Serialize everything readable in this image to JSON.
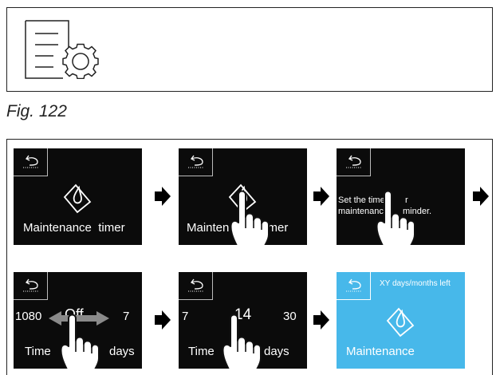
{
  "figure": {
    "caption": "Fig. 122"
  },
  "steps": [
    {
      "label": "Maintenance  timer"
    },
    {
      "label": "Mainten",
      "label_tail": "timer"
    },
    {
      "prompt_line1": "Set the time",
      "prompt_line1_tail": "r",
      "prompt_line2": "maintenanc",
      "prompt_line2_tail": "minder."
    },
    {
      "value_left": "1080",
      "value_center": "Off",
      "value_right": "7",
      "label_left": "Time",
      "label_right": "days"
    },
    {
      "value_left": "7",
      "value_center": "14",
      "value_right": "30",
      "label_left": "Time",
      "label_right": "days"
    },
    {
      "status": "XY days/months left",
      "label": "Maintenance"
    }
  ],
  "icons": {
    "settings": "list-gear-icon",
    "back": "back-arrow-icon",
    "maintenance": "water-drop-filter-icon",
    "hand": "pointing-hand-icon",
    "next": "arrow-right-icon",
    "scroll": "double-arrow-icon"
  },
  "colors": {
    "screen_dark": "#0b0b0b",
    "screen_active": "#47b8ea",
    "text": "#ffffff",
    "arrow": "#000000",
    "scroll_arrow": "#8a8a8a"
  }
}
